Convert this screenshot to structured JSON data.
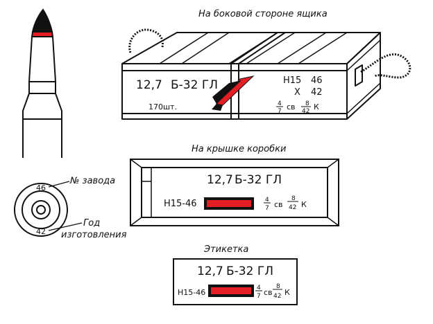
{
  "captions": {
    "box_side": "На боковой стороне ящика",
    "lid": "На крышке коробки",
    "label": "Этикетка"
  },
  "box": {
    "caliber": "12,7",
    "type": "Б-32 ГЛ",
    "count": "170шт.",
    "lot": "Н15",
    "year_top": "46",
    "x_mark": "Х",
    "year_bottom": "42",
    "frac1_num": "4",
    "frac1_den": "7",
    "powder": "св",
    "frac2_num": "8",
    "frac2_den": "42",
    "k": "К"
  },
  "lid": {
    "caliber": "12,7",
    "type": "Б-32 ГЛ",
    "lot": "Н15-46",
    "frac1_num": "4",
    "frac1_den": "7",
    "powder": "св",
    "frac2_num": "8",
    "frac2_den": "42",
    "k": "К"
  },
  "label": {
    "caliber": "12,7",
    "type": "Б-32 ГЛ",
    "lot": "Н15-46",
    "frac1_num": "4",
    "frac1_den": "7",
    "powder": "св",
    "frac2_num": "8",
    "frac2_den": "42",
    "k": "К"
  },
  "headstamp": {
    "factory_no": "46",
    "year": "42",
    "factory_label": "№ завода",
    "year_label_1": "Год",
    "year_label_2": "изготовления"
  },
  "colors": {
    "tip_black": "#111111",
    "band_red": "#e31e24"
  }
}
